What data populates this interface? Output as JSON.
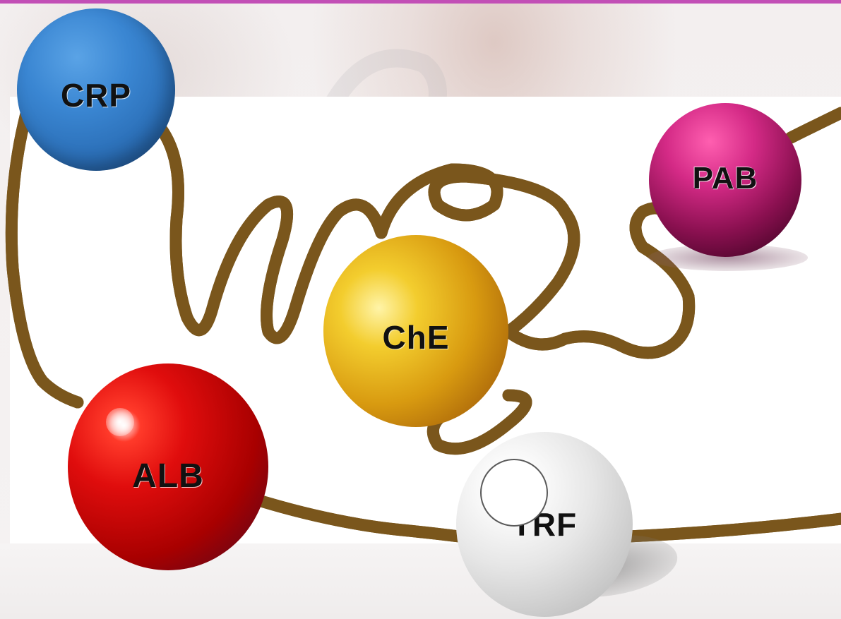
{
  "colors": {
    "accent_bar": "#c24fb6",
    "rope": "#c99a3f",
    "crp_ball": "#3a86d2",
    "pab_ball": "#d42a86",
    "che_ball": "#d89a10",
    "alb_ball": "#e00d0d",
    "trf_ball": "#e6e6e6"
  },
  "balls": {
    "crp": {
      "label": "CRP"
    },
    "pab": {
      "label": "PAB"
    },
    "che": {
      "label": "ChE"
    },
    "alb": {
      "label": "ALB"
    },
    "trf": {
      "label": "TRF"
    }
  }
}
